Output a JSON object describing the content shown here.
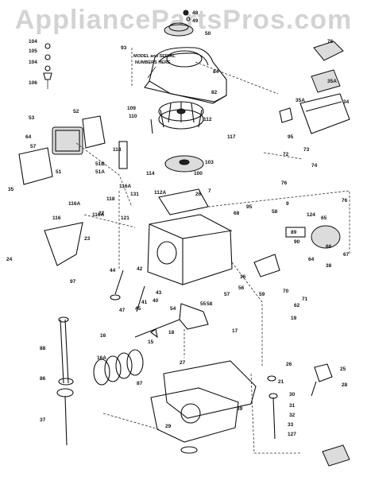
{
  "watermark": "AppliancePartsPros.com",
  "note": {
    "line1": "MODEL and SERIAL",
    "line2": "NUMBERS HERE"
  },
  "labels": [
    "48",
    "49",
    "50",
    "93",
    "104",
    "105",
    "104",
    "106",
    "84",
    "82",
    "76",
    "35A",
    "34",
    "35A",
    "109",
    "110",
    "112",
    "117",
    "53",
    "52",
    "64",
    "57",
    "51B",
    "51A",
    "51",
    "35",
    "95",
    "100",
    "103",
    "114",
    "118",
    "73",
    "72",
    "74",
    "76",
    "116A",
    "116A",
    "116A",
    "112A",
    "118",
    "131",
    "26",
    "121",
    "7",
    "68",
    "9",
    "95",
    "58",
    "24",
    "116",
    "22",
    "23",
    "97",
    "76",
    "124",
    "65",
    "89",
    "66",
    "90",
    "67",
    "64",
    "38",
    "36",
    "44",
    "42",
    "43",
    "40",
    "41",
    "47",
    "45",
    "54",
    "55",
    "56",
    "57",
    "58",
    "59",
    "70",
    "71",
    "62",
    "19",
    "17",
    "18",
    "15",
    "16",
    "16A",
    "87",
    "88",
    "86",
    "37",
    "26",
    "21",
    "25",
    "28",
    "27",
    "39",
    "29",
    "30",
    "31",
    "32",
    "33",
    "127"
  ]
}
